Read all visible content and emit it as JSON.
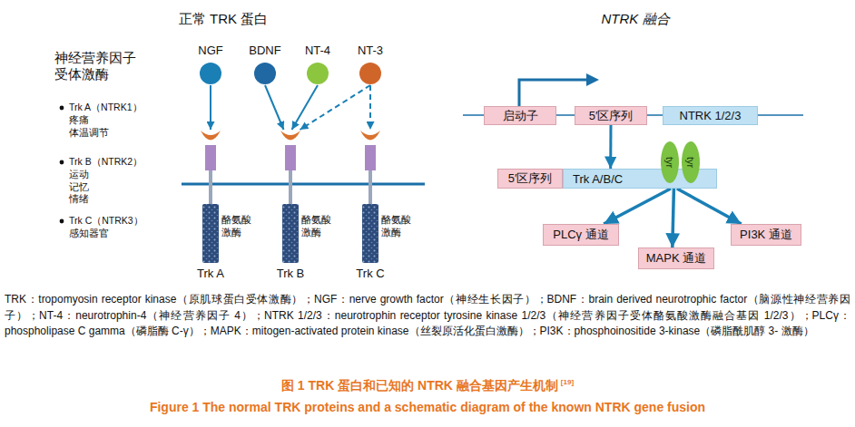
{
  "diagram": {
    "caption": "图 1 TRK 蛋白和已知的 NTRK 融合基因产生机制",
    "nodes": [
      {
        "text": [
          "NGF"
        ]
      },
      {
        "text": [
          "BDNF"
        ]
      },
      {
        "text": [
          "NT-4"
        ]
      },
      {
        "text": [
          "NT-3"
        ]
      },
      {
        "text": [
          "酪氨酸 激酶",
          "Trk A"
        ]
      },
      {
        "text": [
          "酪氨酸 激酶",
          "Trk B"
        ]
      },
      {
        "text": [
          "酪氨酸 激酶",
          "Trk C"
        ]
      },
      {
        "text": [
          "启动子"
        ]
      },
      {
        "text": [
          "5′区序列"
        ]
      },
      {
        "text": [
          "NTRK 1/2/3"
        ]
      },
      {
        "text": [
          "5′区序列"
        ]
      },
      {
        "text": [
          "Trk A/B/C"
        ]
      },
      {
        "text": [
          "tyr"
        ],
        "in": 11
      },
      {
        "text": [
          "tyr"
        ],
        "in": 11
      },
      {
        "text": [
          "PLCγ 通道"
        ]
      },
      {
        "text": [
          "MAPK 通道"
        ]
      },
      {
        "text": [
          "PI3K 通道"
        ]
      }
    ],
    "edges": [
      {
        "from": 0,
        "to": 4,
        "arrow": "to"
      },
      {
        "from": 1,
        "to": 5,
        "arrow": "to"
      },
      {
        "from": 2,
        "to": 5,
        "arrow": "to"
      },
      {
        "from": 3,
        "to": 5,
        "arrow": "to"
      },
      {
        "from": 3,
        "to": 6,
        "arrow": "to"
      },
      {
        "from": 8,
        "to": 11,
        "arrow": "to"
      },
      {
        "from": 11,
        "to": 14,
        "arrow": "to"
      },
      {
        "from": 11,
        "to": 15,
        "arrow": "to"
      },
      {
        "from": 11,
        "to": 16,
        "arrow": "to"
      }
    ],
    "labels": [
      "正常 TRK 蛋白",
      "NTRK 融合",
      "神经营养因子 受体激酶",
      "Trk A（NTRK1）",
      "疼痛 体温调节",
      "Trk B（NTRK2）",
      "运动 记忆 情绪",
      "Trk C（NTRK3）",
      "感知器官",
      "TRK：tropomyosin receptor kinase（原肌球蛋白受体激酶）；NGF：nerve growth factor（神经生长因子）；BDNF：brain derived neurotrophic factor（脑源性神经营养因子）；NT-4：neurotrophin-4（神经营养因子 4）；NTRK 1/2/3：neurotrophin receptor tyrosine kinase 1/2/3（神经营养因子受体酪氨酸激酶融合基因 1/2/3）；PLCγ：phospholipase C gamma（磷脂酶 C-γ）；MAPK：mitogen-activated protein kinase（丝裂原活化蛋白激酶）；PI3K：phosphoinositide 3-kinase（磷脂酰肌醇 3- 激酶）",
      "Figure 1 The normal TRK proteins and a schematic diagram of the known NTRK gene fusion",
      "[19]"
    ]
  }
}
